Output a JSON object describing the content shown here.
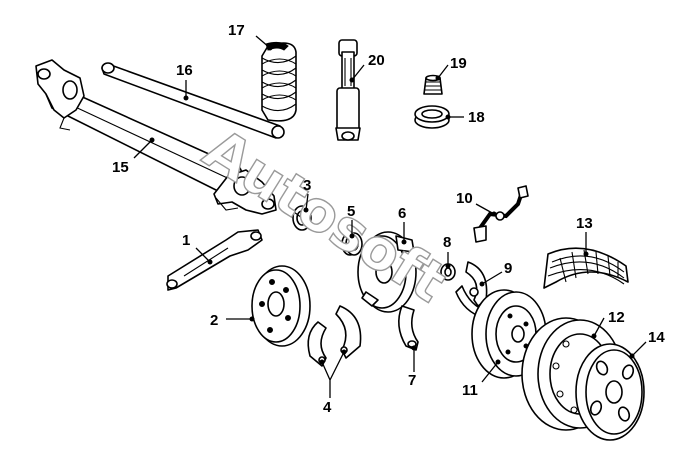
{
  "watermark": "Autosoft",
  "callouts": [
    {
      "id": "1",
      "label": "1"
    },
    {
      "id": "2",
      "label": "2"
    },
    {
      "id": "3",
      "label": "3"
    },
    {
      "id": "4",
      "label": "4"
    },
    {
      "id": "5",
      "label": "5"
    },
    {
      "id": "6",
      "label": "6"
    },
    {
      "id": "7",
      "label": "7"
    },
    {
      "id": "8",
      "label": "8"
    },
    {
      "id": "9",
      "label": "9"
    },
    {
      "id": "10",
      "label": "10"
    },
    {
      "id": "11",
      "label": "11"
    },
    {
      "id": "12",
      "label": "12"
    },
    {
      "id": "13",
      "label": "13"
    },
    {
      "id": "14",
      "label": "14"
    },
    {
      "id": "15",
      "label": "15"
    },
    {
      "id": "16",
      "label": "16"
    },
    {
      "id": "17",
      "label": "17"
    },
    {
      "id": "18",
      "label": "18"
    },
    {
      "id": "19",
      "label": "19"
    },
    {
      "id": "20",
      "label": "20"
    }
  ]
}
